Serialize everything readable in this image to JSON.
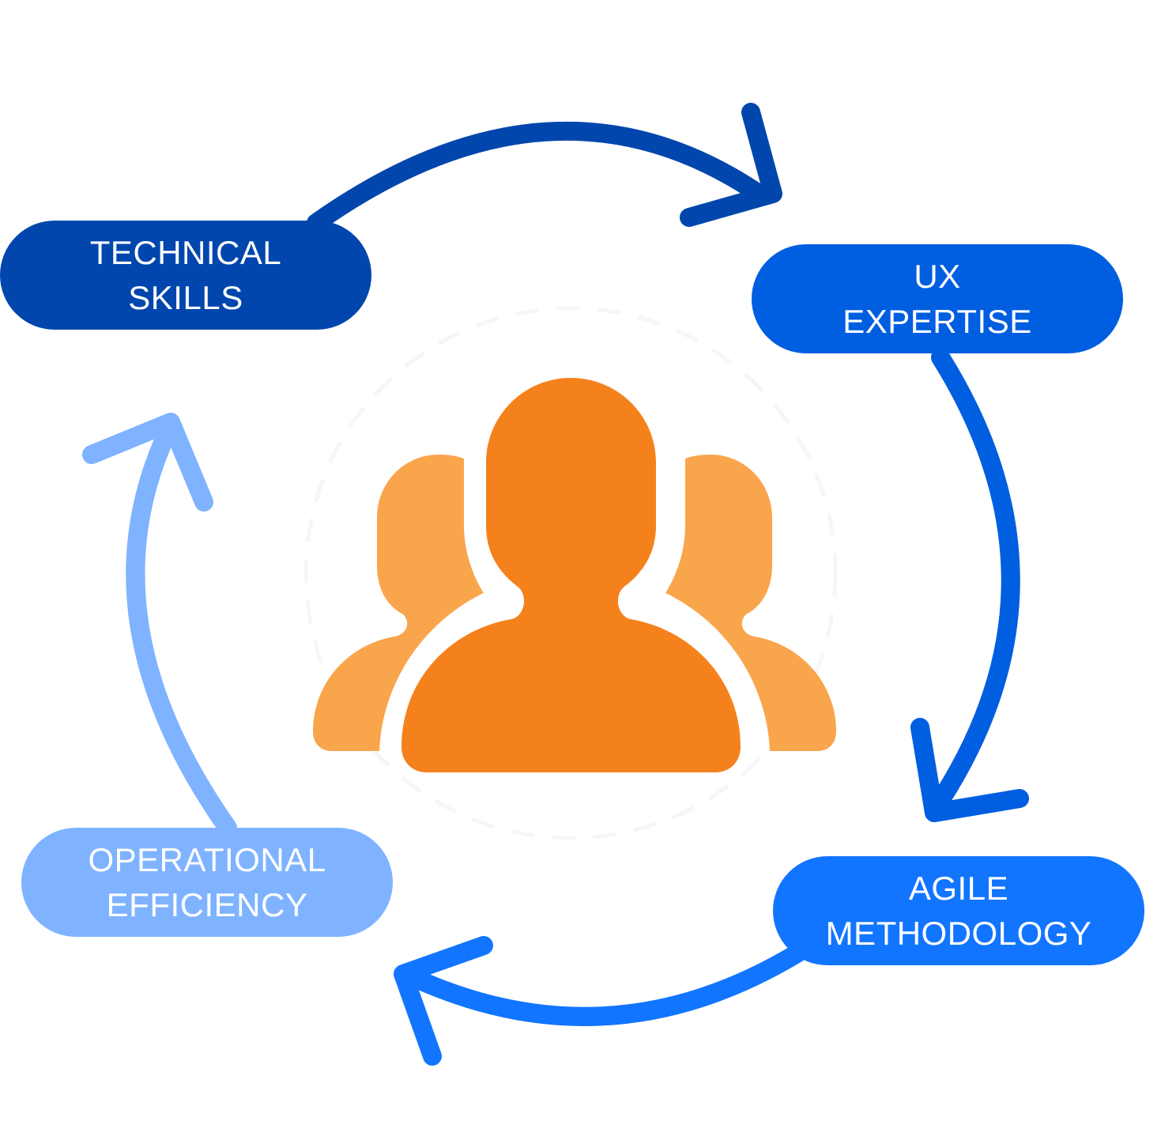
{
  "center": {
    "icon": "team-users-icon"
  },
  "nodes": [
    {
      "line1": "TECHNICAL",
      "line2": "SKILLS",
      "color": "#0046AD"
    },
    {
      "line1": "UX",
      "line2": "EXPERTISE",
      "color": "#005EE0"
    },
    {
      "line1": "AGILE",
      "line2": "METHODOLOGY",
      "color": "#1275FF"
    },
    {
      "line1": "OPERATIONAL",
      "line2": "EFFICIENCY",
      "color": "#7FB3FF"
    }
  ],
  "colors": {
    "person_main": "#F5811C",
    "person_side": "#F9A54C"
  }
}
